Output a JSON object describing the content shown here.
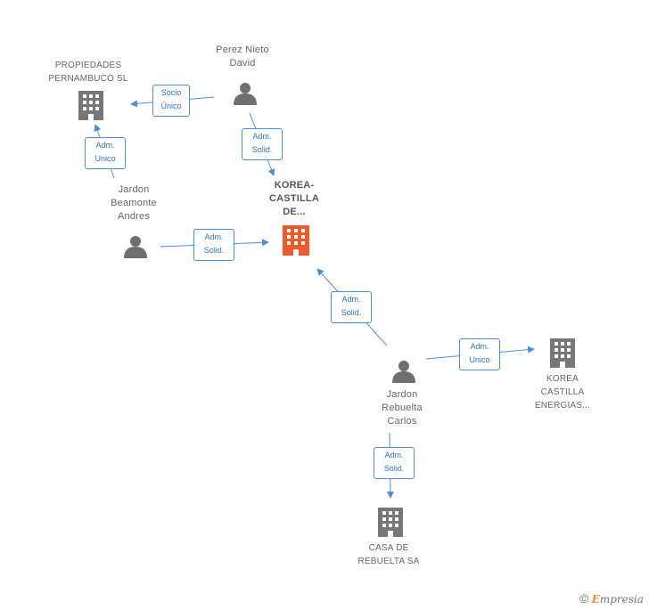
{
  "nodes": {
    "focus": {
      "lines": [
        "KOREA-",
        "CASTILLA",
        "DE..."
      ]
    },
    "perez": {
      "lines": [
        "Perez Nieto",
        "David"
      ]
    },
    "propiedades": {
      "lines": [
        "PROPIEDADES",
        "PERNAMBUCO SL"
      ]
    },
    "jardon_andres": {
      "lines": [
        "Jardon",
        "Beamonte",
        "Andres"
      ]
    },
    "jardon_carlos": {
      "lines": [
        "Jardon",
        "Rebuelta",
        "Carlos"
      ]
    },
    "korea_energias": {
      "lines": [
        "KOREA",
        "CASTILLA",
        "ENERGIAS..."
      ]
    },
    "casa": {
      "lines": [
        "CASA DE",
        "REBUELTA SA"
      ]
    }
  },
  "edges": {
    "socio": [
      "Socio",
      "Único"
    ],
    "perez_focus": [
      "Adm.",
      "Solid."
    ],
    "andres_prop": [
      "Adm.",
      "Unico"
    ],
    "andres_focus": [
      "Adm.",
      "Solid."
    ],
    "carlos_focus": [
      "Adm.",
      "Solid."
    ],
    "carlos_energias": [
      "Adm.",
      "Unico"
    ],
    "carlos_casa": [
      "Adm.",
      "Solid."
    ]
  },
  "colors": {
    "edge": "#4a90d9",
    "person": "#6f6f6f",
    "company": "#777777",
    "focus": "#f05a28"
  },
  "icons": {
    "person": "person-icon",
    "company": "building-icon",
    "focus": "building-icon"
  },
  "footer": {
    "copyright": "©",
    "brand_e": "E",
    "brand_rest": "mpresia"
  }
}
